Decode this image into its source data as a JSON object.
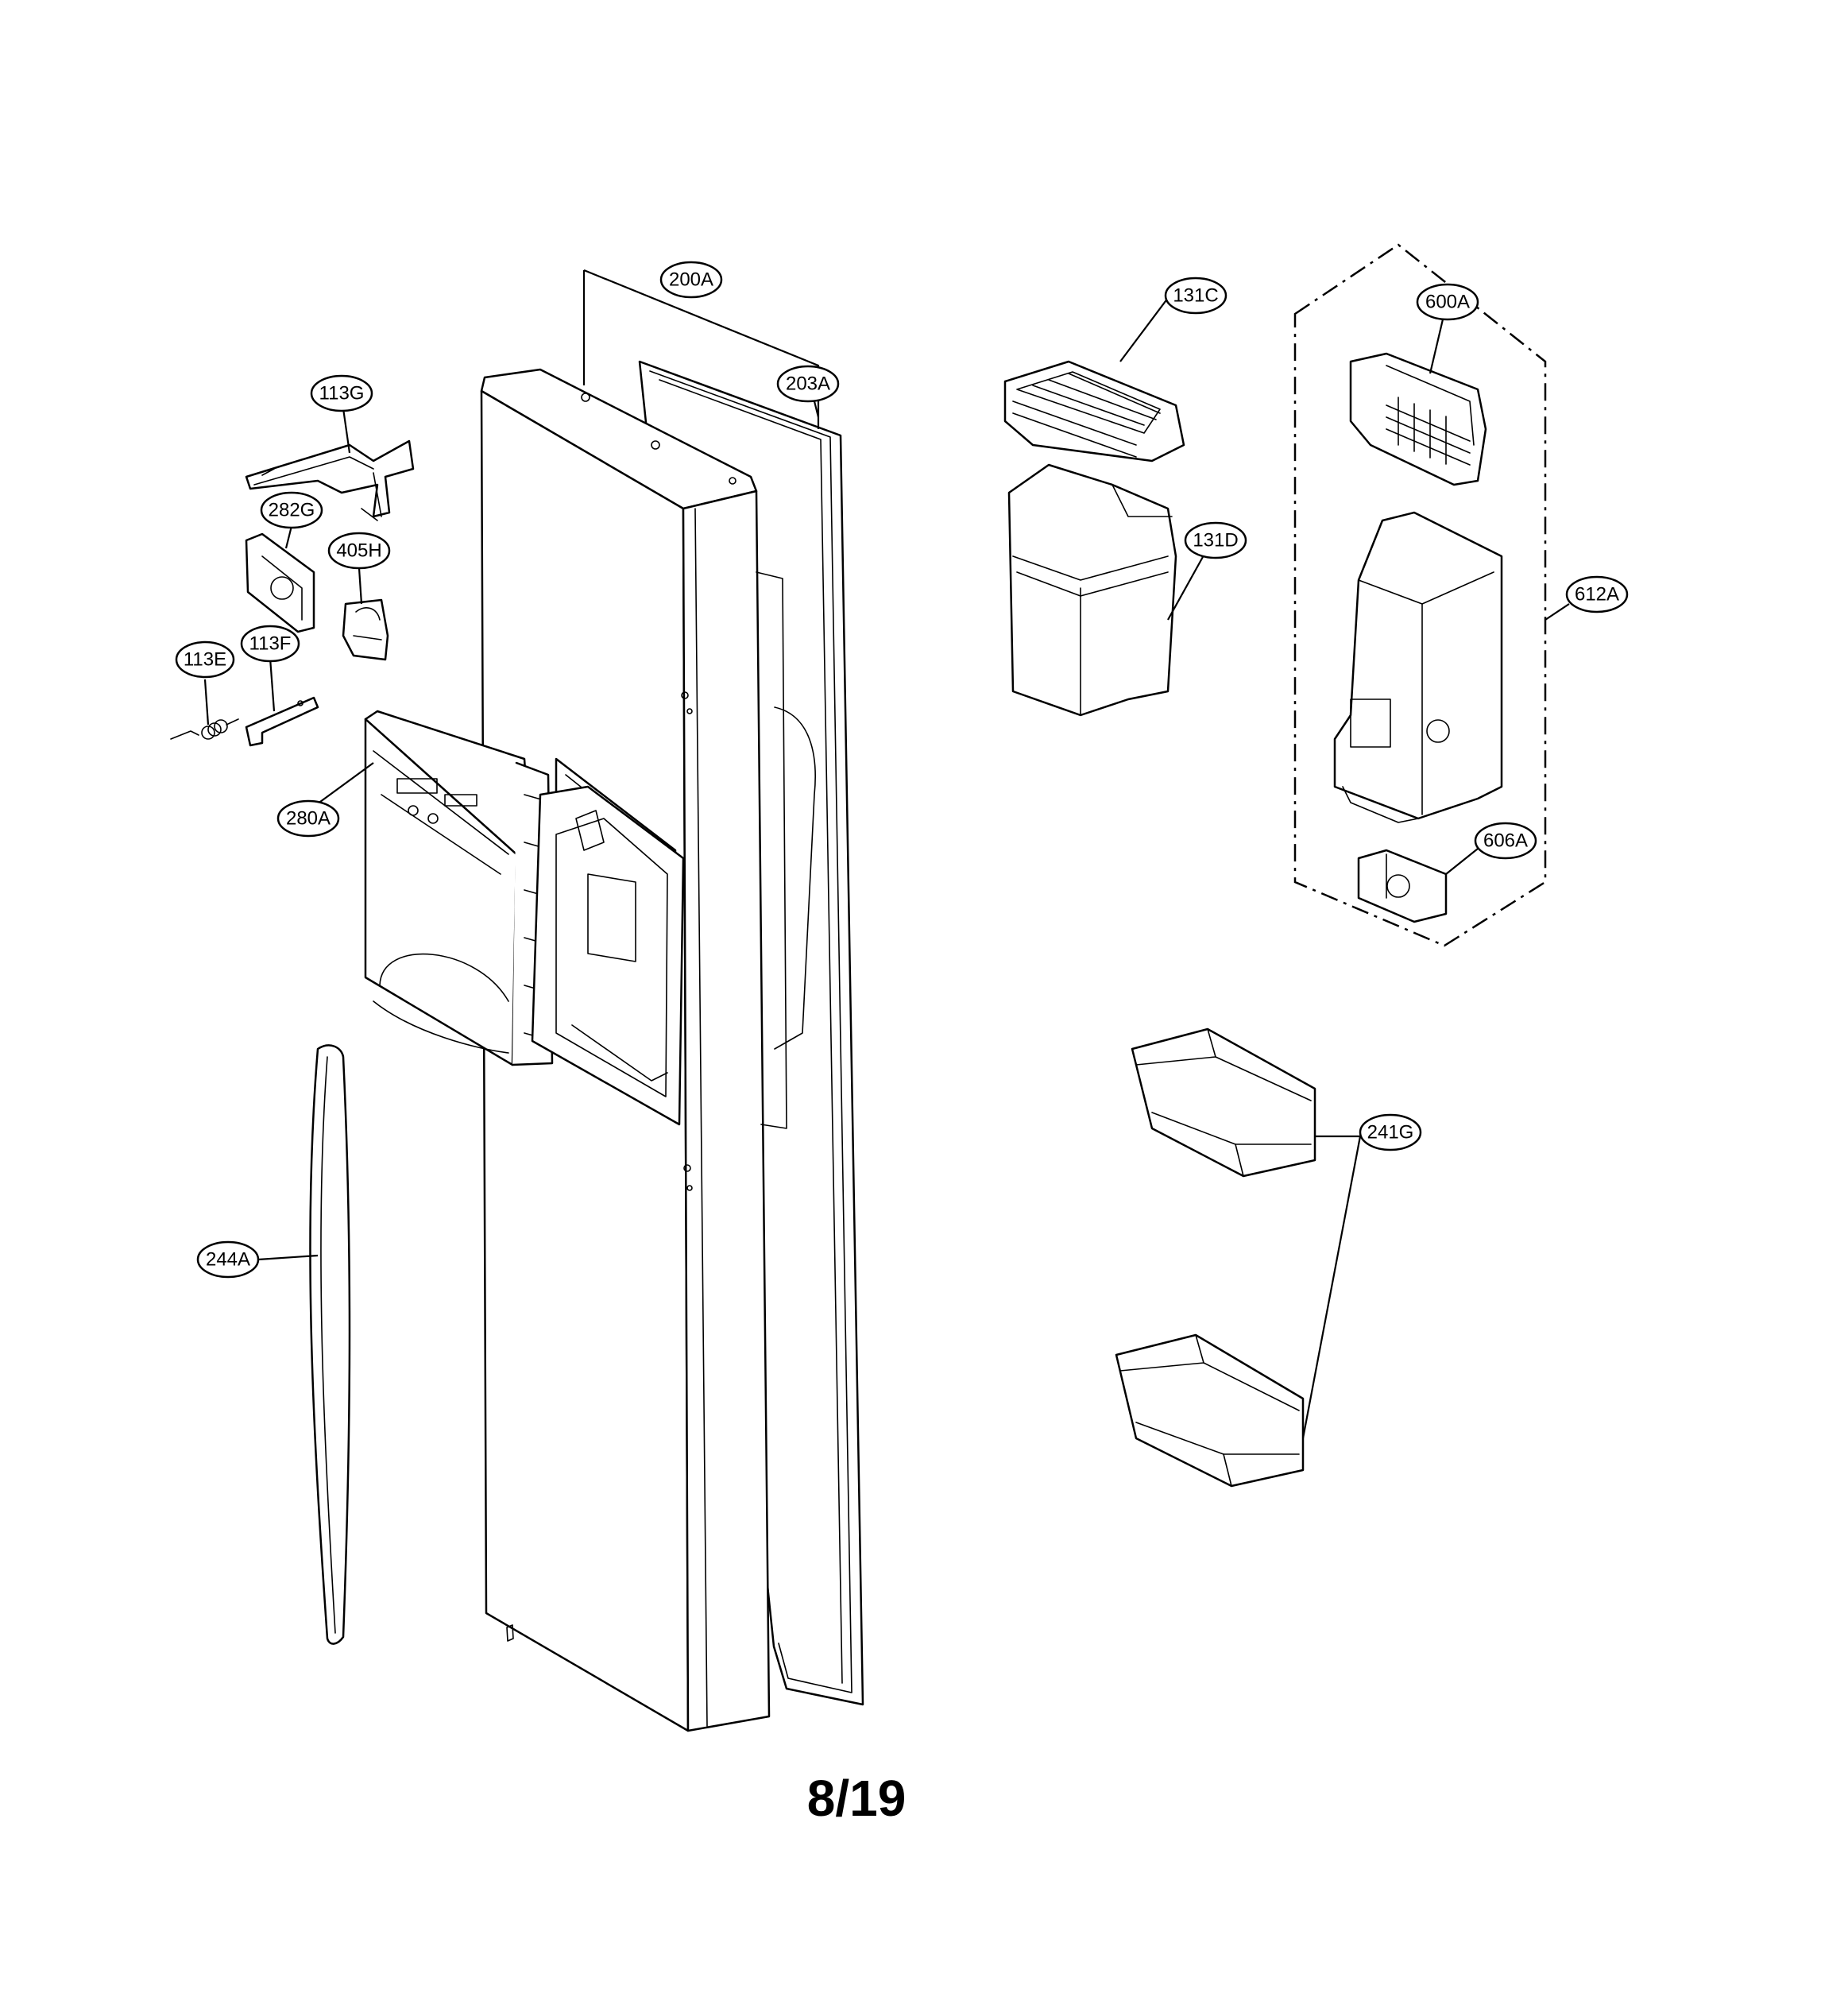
{
  "callouts": [
    {
      "id": "200A",
      "label": "200A"
    },
    {
      "id": "203A",
      "label": "203A"
    },
    {
      "id": "113G",
      "label": "113G"
    },
    {
      "id": "282G",
      "label": "282G"
    },
    {
      "id": "405H",
      "label": "405H"
    },
    {
      "id": "113E",
      "label": "113E"
    },
    {
      "id": "113F",
      "label": "113F"
    },
    {
      "id": "280A",
      "label": "280A"
    },
    {
      "id": "244A",
      "label": "244A"
    },
    {
      "id": "131C",
      "label": "131C"
    },
    {
      "id": "131D",
      "label": "131D"
    },
    {
      "id": "600A",
      "label": "600A"
    },
    {
      "id": "612A",
      "label": "612A"
    },
    {
      "id": "606A",
      "label": "606A"
    },
    {
      "id": "241G",
      "label": "241G"
    }
  ],
  "page_number": "8/19"
}
